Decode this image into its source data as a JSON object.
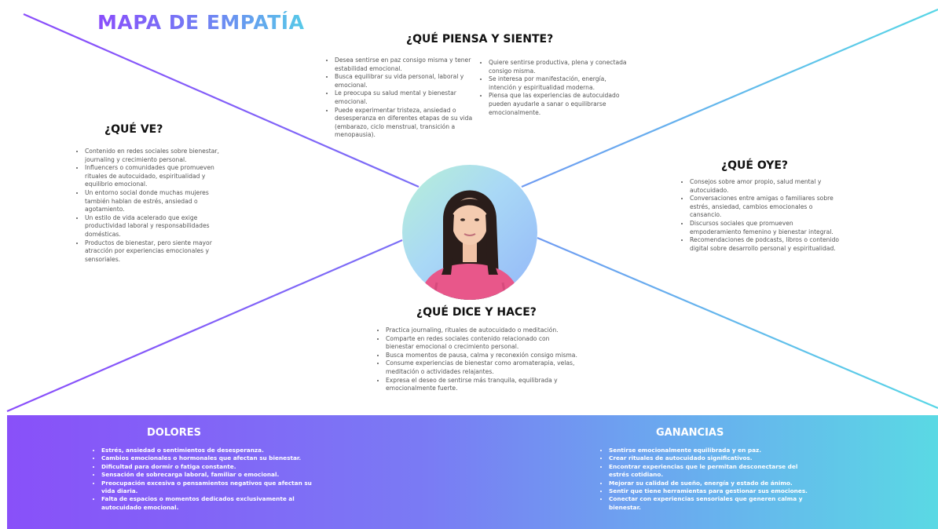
{
  "title": "MAPA DE EMPATÍA",
  "sections": {
    "piensa": {
      "heading": "¿QUÉ PIENSA Y SIENTE?",
      "col1": [
        "Desea sentirse en paz consigo misma y tener estabilidad emocional.",
        "Busca equilibrar su vida personal, laboral y emocional.",
        "Le preocupa su salud mental y bienestar emocional.",
        "Puede experimentar tristeza, ansiedad o desesperanza en diferentes etapas de su vida (embarazo, ciclo menstrual, transición a menopausia)."
      ],
      "col2": [
        "Quiere sentirse productiva, plena y conectada consigo misma.",
        "Se interesa por manifestación, energía, intención y espiritualidad moderna.",
        "Piensa que las experiencias de autocuidado pueden ayudarle a sanar o equilibrarse emocionalmente."
      ]
    },
    "ve": {
      "heading": "¿QUÉ VE?",
      "items": [
        "Contenido en redes sociales sobre bienestar, journaling y crecimiento personal.",
        "Influencers o comunidades que promueven rituales de autocuidado, espiritualidad y equilibrio emocional.",
        "Un entorno social donde muchas mujeres también hablan de estrés, ansiedad o agotamiento.",
        "Un estilo de vida acelerado que exige productividad laboral y responsabilidades domésticas.",
        "Productos de bienestar, pero siente mayor atracción por experiencias emocionales y sensoriales."
      ]
    },
    "oye": {
      "heading": "¿QUÉ OYE?",
      "items": [
        "Consejos sobre amor propio, salud mental y autocuidado.",
        "Conversaciones entre amigas o familiares sobre estrés, ansiedad, cambios emocionales o cansancio.",
        "Discursos sociales que promueven empoderamiento femenino y bienestar integral.",
        "Recomendaciones de podcasts, libros o contenido digital sobre desarrollo personal y espiritualidad."
      ]
    },
    "dice": {
      "heading": "¿QUÉ DICE Y HACE?",
      "items": [
        "Practica journaling, rituales de autocuidado o meditación.",
        "Comparte en redes sociales contenido relacionado con bienestar emocional o crecimiento personal.",
        "Busca momentos de pausa, calma y reconexión consigo misma.",
        "Consume experiencias de bienestar como aromaterapia, velas, meditación o actividades relajantes.",
        "Expresa el deseo de sentirse más tranquila, equilibrada y emocionalmente fuerte."
      ]
    }
  },
  "dolores": {
    "heading": "DOLORES",
    "items": [
      "Estrés, ansiedad o sentimientos de desesperanza.",
      "Cambios emocionales o hormonales que afectan su bienestar.",
      "Dificultad para dormir o fatiga constante.",
      "Sensación de sobrecarga laboral, familiar o emocional.",
      "Preocupación excesiva o pensamientos negativos que afectan su vida diaria.",
      "Falta de espacios o momentos dedicados exclusivamente al autocuidado emocional."
    ]
  },
  "ganancias": {
    "heading": "GANANCIAS",
    "items": [
      "Sentirse emocionalmente equilibrada y en paz.",
      "Crear rituales de autocuidado significativos.",
      "Encontrar experiencias que le permitan desconectarse del estrés cotidiano.",
      "Mejorar su calidad de sueño, energía y estado de ánimo.",
      "Sentir que tiene herramientas para gestionar sus emociones.",
      "Conectar con experiencias sensoriales que generen calma y bienestar."
    ]
  },
  "colors": {
    "purple": "#8a4dfb",
    "blue": "#6f9bf2",
    "cyan": "#57d6e6",
    "sweater": "#e8578a"
  }
}
